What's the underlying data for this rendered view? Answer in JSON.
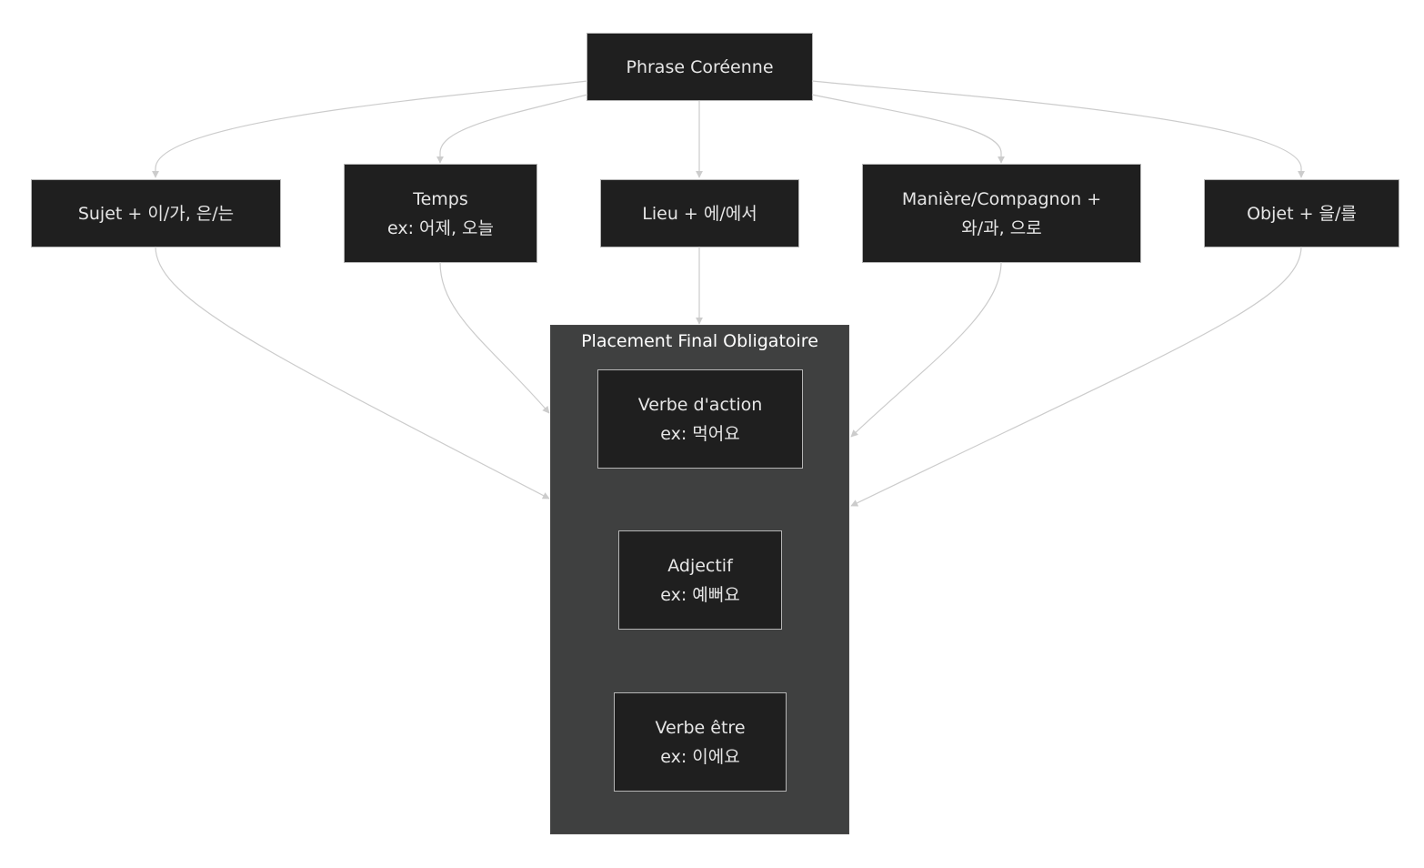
{
  "diagram": {
    "root": {
      "label": "Phrase Coréenne"
    },
    "categories": [
      {
        "id": "sujet",
        "lines": [
          "Sujet + 이/가, 은/는"
        ]
      },
      {
        "id": "temps",
        "lines": [
          "Temps",
          "ex: 어제, 오늘"
        ]
      },
      {
        "id": "lieu",
        "lines": [
          "Lieu + 에/에서"
        ]
      },
      {
        "id": "maniere",
        "lines": [
          "Manière/Compagnon +",
          "와/과, 으로"
        ]
      },
      {
        "id": "objet",
        "lines": [
          "Objet + 을/를"
        ]
      }
    ],
    "final_group": {
      "title": "Placement Final Obligatoire",
      "items": [
        {
          "id": "verbe-action",
          "lines": [
            "Verbe d'action",
            "ex: 먹어요"
          ]
        },
        {
          "id": "adjectif",
          "lines": [
            "Adjectif",
            "ex: 예뻐요"
          ]
        },
        {
          "id": "verbe-etre",
          "lines": [
            "Verbe être",
            "ex: 이에요"
          ]
        }
      ]
    },
    "colors": {
      "node_fill": "#1f1f1f",
      "node_border": "#b5b5b5",
      "node_text": "#e6e6e6",
      "group_fill": "#3f4040",
      "group_title": "#ffffff",
      "edge": "#cccccc",
      "background": "#ffffff"
    }
  }
}
